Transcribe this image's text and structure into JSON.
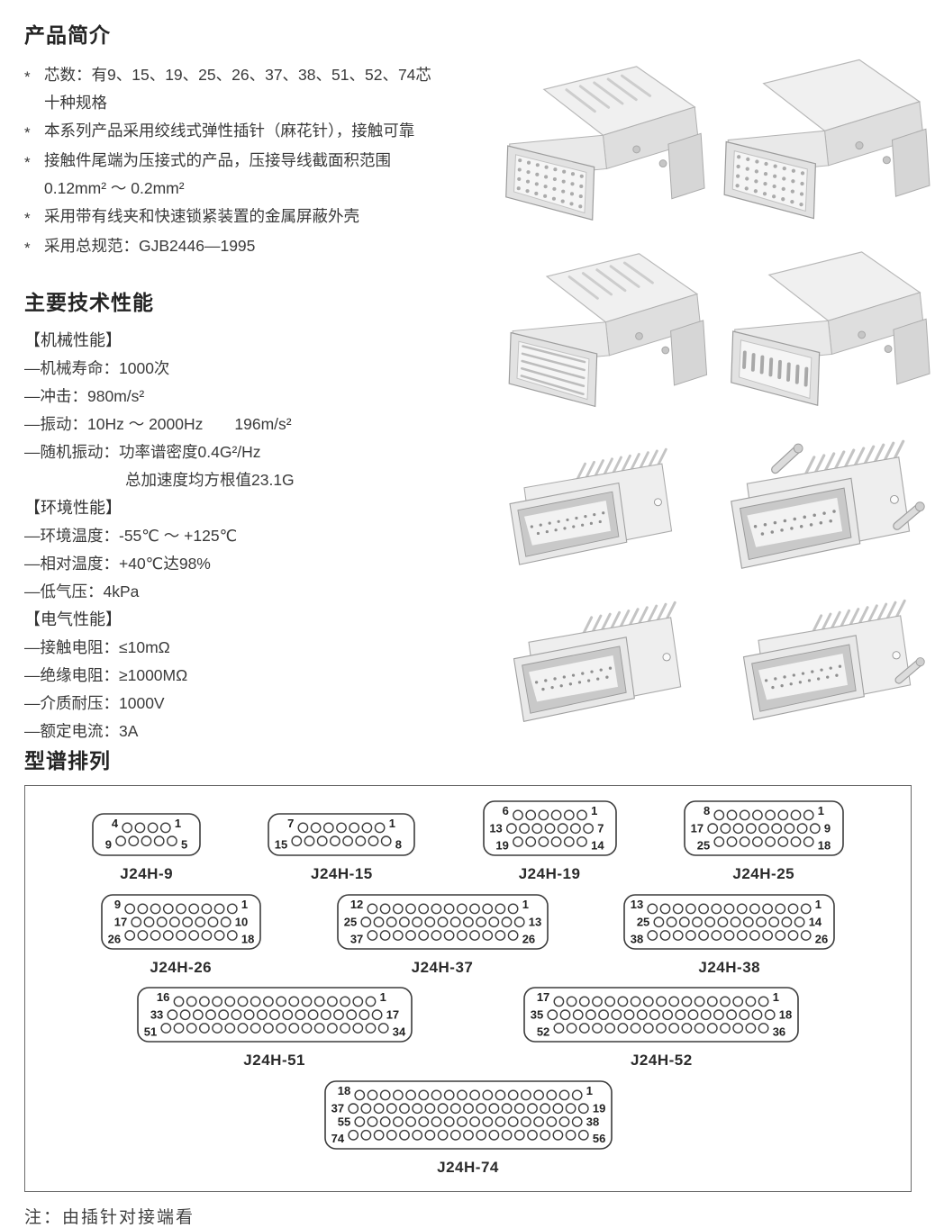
{
  "intro": {
    "title": "产品简介",
    "bullets": [
      {
        "lines": [
          "芯数：有9、15、19、25、26、37、38、51、52、74芯",
          "十种规格"
        ]
      },
      {
        "lines": [
          "本系列产品采用绞线式弹性插针（麻花针），接触可靠"
        ]
      },
      {
        "lines": [
          "接触件尾端为压接式的产品，压接导线截面积范围",
          "0.12mm² ～ 0.2mm²"
        ]
      },
      {
        "lines": [
          "采用带有线夹和快速锁紧装置的金属屏蔽外壳"
        ]
      },
      {
        "lines": [
          "采用总规范：GJB2446—1995"
        ]
      }
    ]
  },
  "specs": {
    "title": "主要技术性能",
    "groups": [
      {
        "header": "【机械性能】",
        "lines": [
          {
            "text": "—机械寿命：1000次"
          },
          {
            "text": "—冲击：980m/s²"
          },
          {
            "text": "—振动：10Hz ～ 2000Hz　　196m/s²"
          },
          {
            "text": "—随机振动：功率谱密度0.4G²/Hz"
          },
          {
            "text": "总加速度均方根值23.1G",
            "indent": 112
          }
        ]
      },
      {
        "header": "【环境性能】",
        "lines": [
          {
            "text": "—环境温度：-55℃ ～ +125℃"
          },
          {
            "text": "—相对温度：+40℃达98%"
          },
          {
            "text": "—低气压：4kPa"
          }
        ]
      },
      {
        "header": "【电气性能】",
        "lines": [
          {
            "text": "—接触电阻：≤10mΩ"
          },
          {
            "text": "—绝缘电阻：≥1000MΩ"
          },
          {
            "text": "—介质耐压：1000V"
          },
          {
            "text": "—额定电流：3A"
          }
        ]
      }
    ]
  },
  "spectrum": {
    "title": "型谱排列",
    "note": "注：由插针对接端看",
    "connectors": [
      {
        "name": "J24H-9",
        "rows": [
          {
            "count": 4,
            "left": "4",
            "right": "1"
          },
          {
            "count": 5,
            "left": "9",
            "right": "5"
          }
        ]
      },
      {
        "name": "J24H-15",
        "rows": [
          {
            "count": 7,
            "left": "7",
            "right": "1"
          },
          {
            "count": 8,
            "left": "15",
            "right": "8"
          }
        ]
      },
      {
        "name": "J24H-19",
        "rows": [
          {
            "count": 6,
            "left": "6",
            "right": "1"
          },
          {
            "count": 7,
            "left": "13",
            "right": "7"
          },
          {
            "count": 6,
            "left": "19",
            "right": "14"
          }
        ]
      },
      {
        "name": "J24H-25",
        "rows": [
          {
            "count": 8,
            "left": "8",
            "right": "1"
          },
          {
            "count": 9,
            "left": "17",
            "right": "9"
          },
          {
            "count": 8,
            "left": "25",
            "right": "18"
          }
        ]
      },
      {
        "name": "J24H-26",
        "rows": [
          {
            "count": 9,
            "left": "9",
            "right": "1"
          },
          {
            "count": 8,
            "left": "17",
            "right": "10"
          },
          {
            "count": 9,
            "left": "26",
            "right": "18"
          }
        ]
      },
      {
        "name": "J24H-37",
        "rows": [
          {
            "count": 12,
            "left": "12",
            "right": "1"
          },
          {
            "count": 13,
            "left": "25",
            "right": "13"
          },
          {
            "count": 12,
            "left": "37",
            "right": "26"
          }
        ]
      },
      {
        "name": "J24H-38",
        "rows": [
          {
            "count": 13,
            "left": "13",
            "right": "1"
          },
          {
            "count": 12,
            "left": "25",
            "right": "14"
          },
          {
            "count": 13,
            "left": "38",
            "right": "26"
          }
        ]
      },
      {
        "name": "J24H-51",
        "rows": [
          {
            "count": 16,
            "left": "16",
            "right": "1"
          },
          {
            "count": 17,
            "left": "33",
            "right": "17"
          },
          {
            "count": 18,
            "left": "51",
            "right": "34"
          }
        ]
      },
      {
        "name": "J24H-52",
        "rows": [
          {
            "count": 17,
            "left": "17",
            "right": "1"
          },
          {
            "count": 18,
            "left": "35",
            "right": "18"
          },
          {
            "count": 17,
            "left": "52",
            "right": "36"
          }
        ]
      },
      {
        "name": "J24H-74",
        "rows": [
          {
            "count": 18,
            "left": "18",
            "right": "1"
          },
          {
            "count": 19,
            "left": "37",
            "right": "19"
          },
          {
            "count": 18,
            "left": "55",
            "right": "38"
          },
          {
            "count": 19,
            "left": "74",
            "right": "56"
          }
        ]
      }
    ],
    "row_grouping": [
      4,
      3,
      2,
      1
    ]
  },
  "photos": [
    {
      "kind": "plug-ribbed-dotted"
    },
    {
      "kind": "plug-smooth-dotted"
    },
    {
      "kind": "plug-ribbed-striped"
    },
    {
      "kind": "plug-smooth-slotted"
    },
    {
      "kind": "receptacle-flange"
    },
    {
      "kind": "receptacle-flange-posts"
    },
    {
      "kind": "receptacle-flange"
    },
    {
      "kind": "receptacle-flange-post-right"
    }
  ],
  "colors": {
    "text": "#3a3a3a",
    "heading": "#242424",
    "diagram_line": "#3c3c3c",
    "box_border": "#6a6a6a",
    "photo_gray": "#e8e8e8"
  }
}
